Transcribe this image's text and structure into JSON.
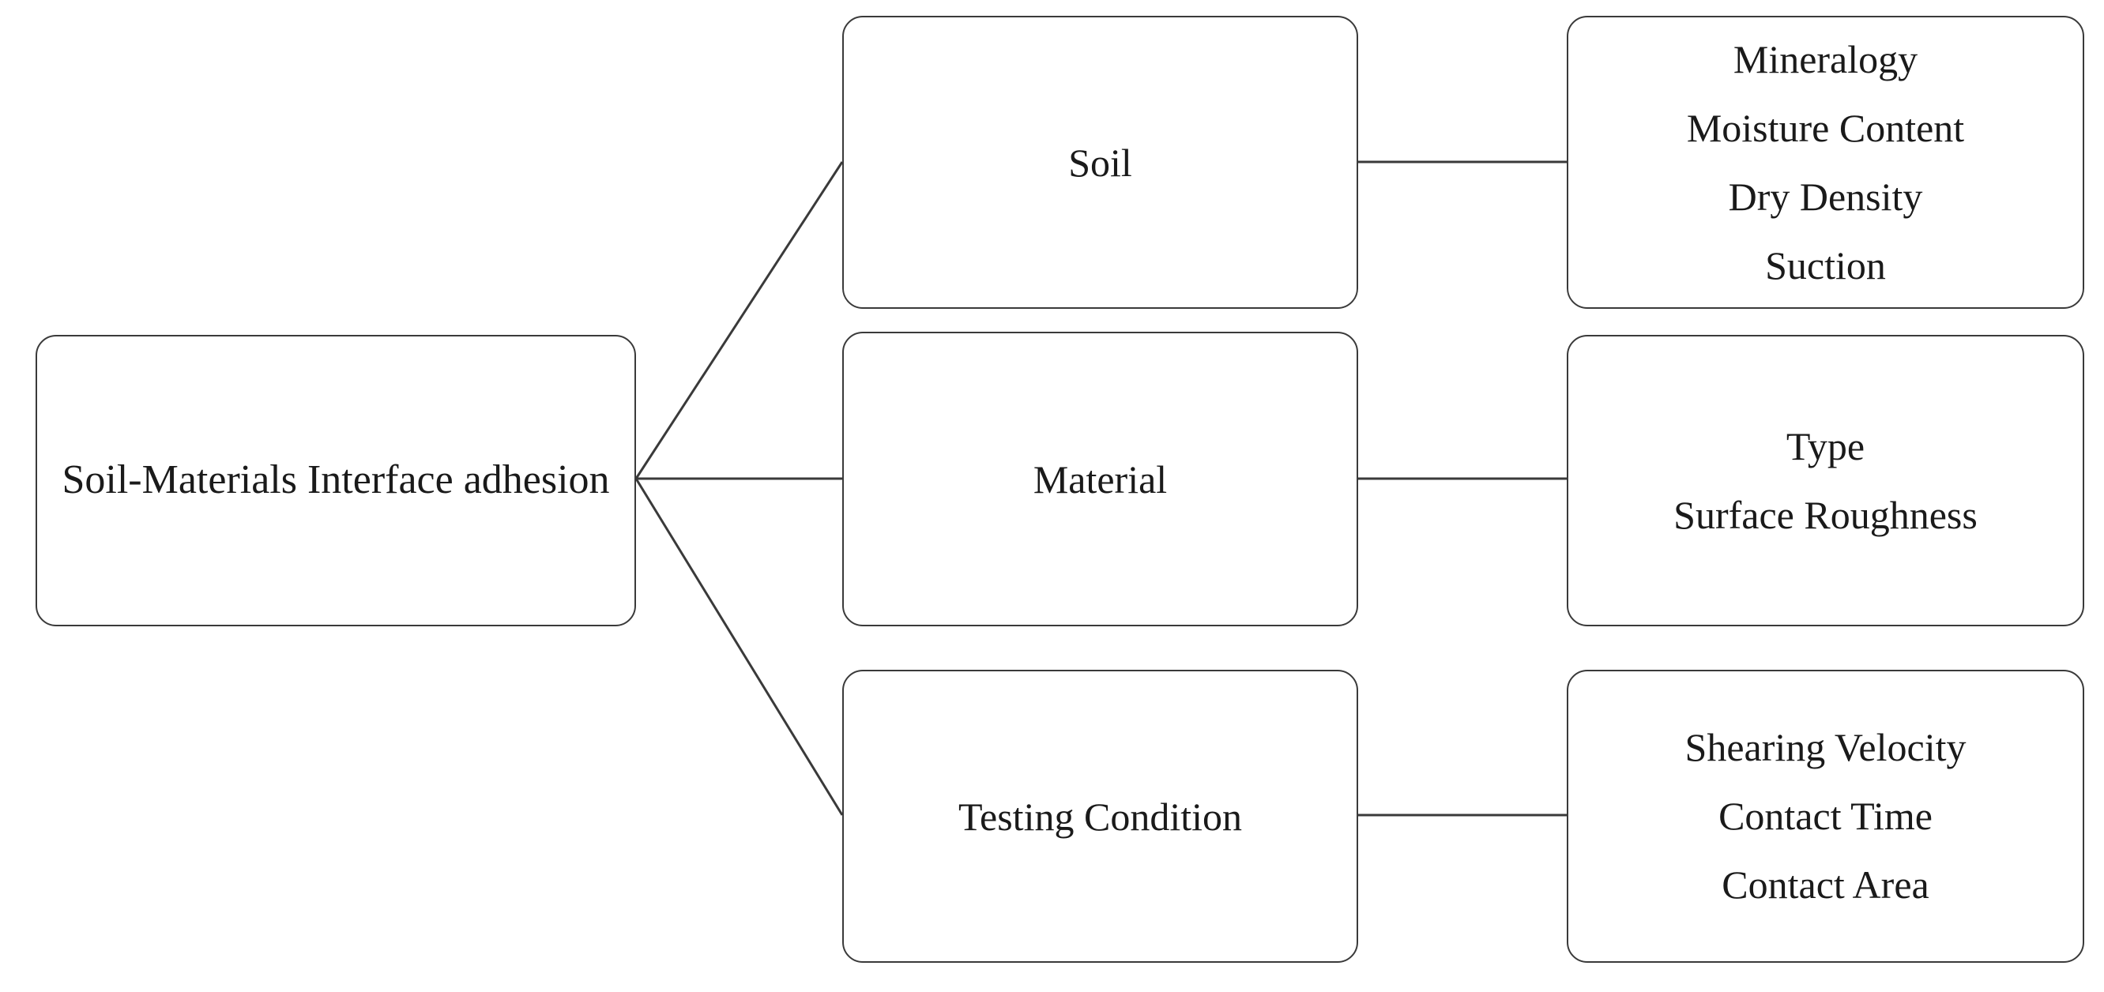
{
  "diagram": {
    "root": {
      "label": "Soil-Materials Interface adhesion"
    },
    "categories": [
      {
        "label": "Soil",
        "factors": [
          "Mineralogy",
          "Moisture Content",
          "Dry Density",
          "Suction"
        ]
      },
      {
        "label": "Material",
        "factors": [
          "Type",
          "Surface Roughness"
        ]
      },
      {
        "label": "Testing Condition",
        "factors": [
          "Shearing Velocity",
          "Contact Time",
          "Contact Area"
        ]
      }
    ]
  },
  "colors": {
    "stroke": "#3a3a3a",
    "text": "#1a1a1a",
    "background": "#ffffff"
  }
}
